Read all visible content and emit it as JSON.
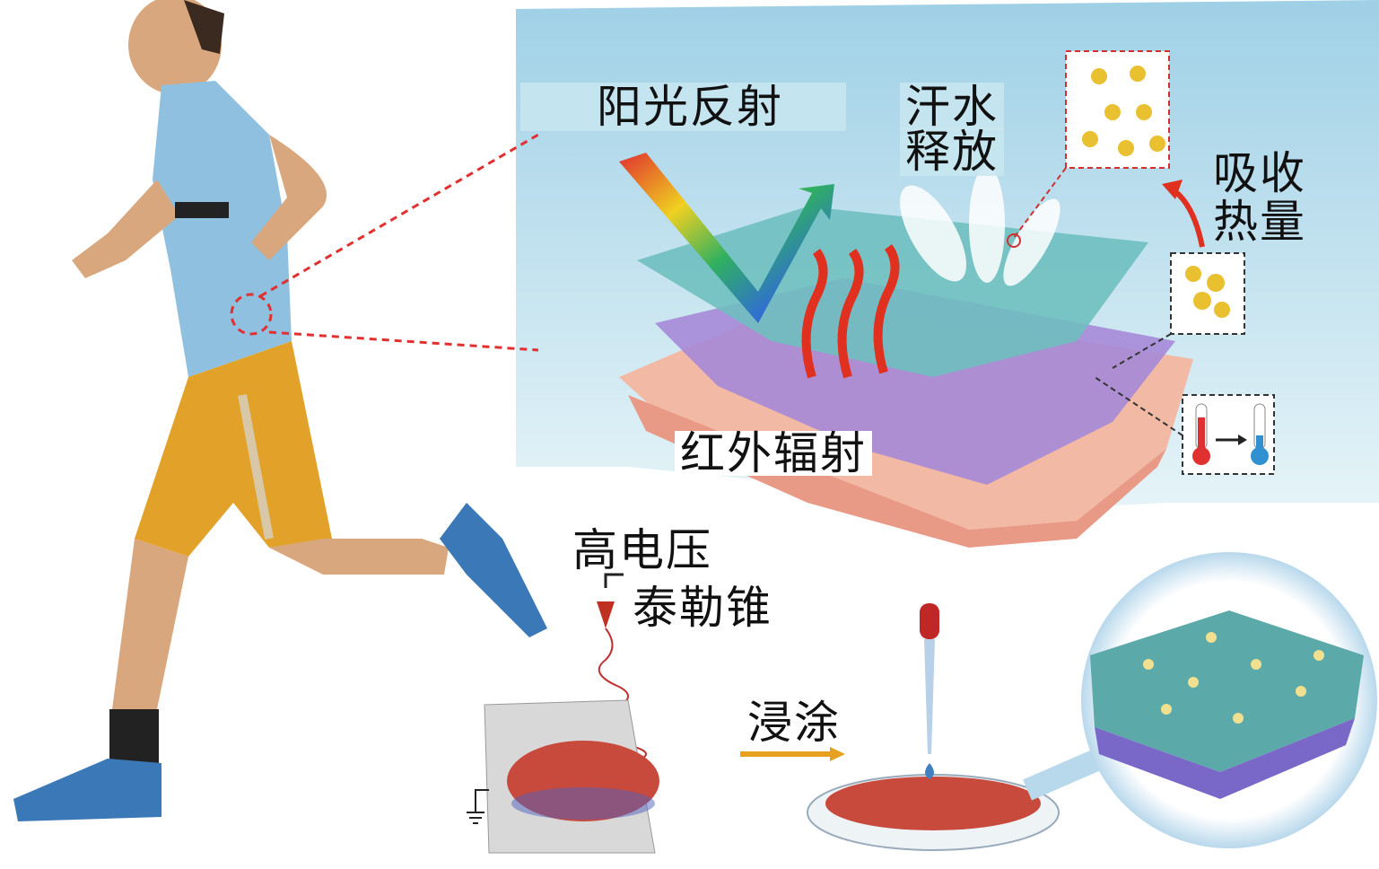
{
  "labels": {
    "sunlight_reflection": "阳光反射",
    "sweat_release_1": "汗水",
    "sweat_release_2": "释放",
    "absorb_heat_1": "吸收",
    "absorb_heat_2": "热量",
    "infrared_radiation": "红外辐射",
    "high_voltage": "高电压",
    "taylor_cone": "泰勒锥",
    "dip_coating": "浸涂"
  },
  "colors": {
    "sky": "#a9d6e8",
    "skin": "#f2b9a4",
    "cyan_fiber": "#5fb3b3",
    "purple_fiber": "#9b7fd0",
    "red_mat": "#c84a3c",
    "shirt": "#8fc0e0",
    "shorts": "#e2a22a",
    "dashed_line": "#e03030"
  }
}
